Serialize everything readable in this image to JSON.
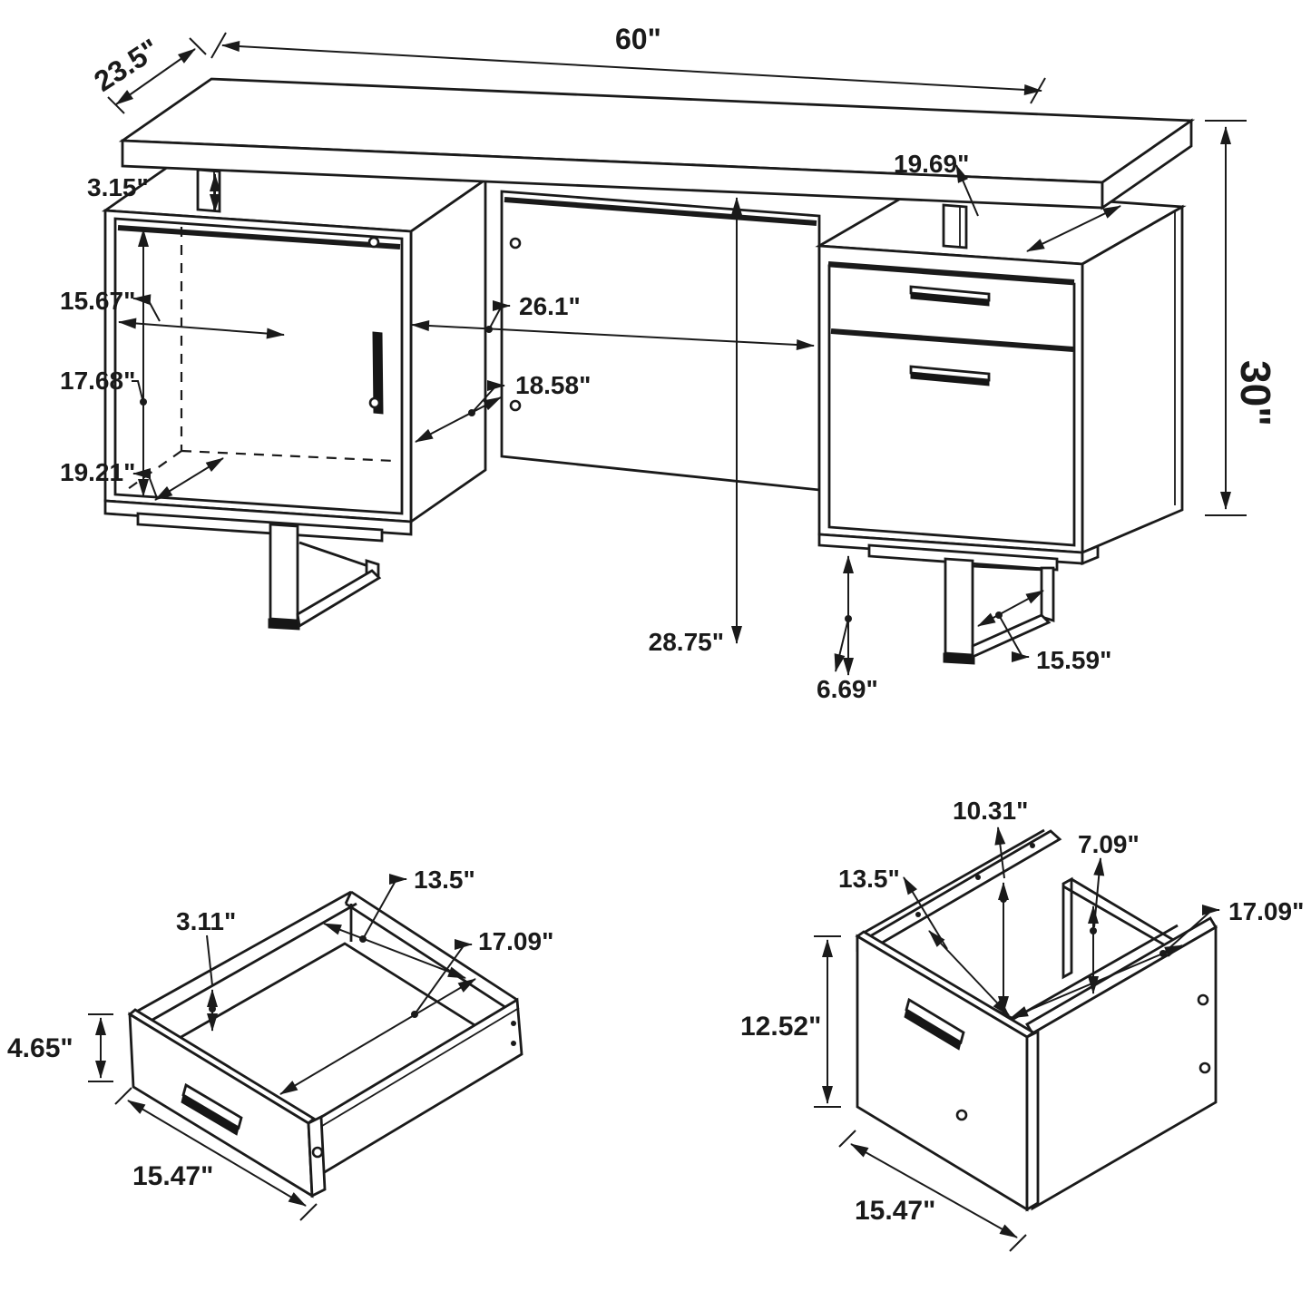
{
  "drawing": {
    "type": "furniture-dimension-diagram",
    "subject": "writing desk with floating top, door cabinet pedestal and 2-drawer file pedestal, plus two drawer detail views",
    "unit": "inches"
  },
  "colors": {
    "line": "#1a1a1a",
    "background": "#ffffff"
  },
  "dimensions": {
    "desk": {
      "top_depth": "23.5\"",
      "top_width": "60\"",
      "top_to_cabinet_gap": "3.15\"",
      "pedestal_top_depth": "19.69\"",
      "cabinet_interior_width": "15.67\"",
      "cabinet_interior_height": "17.68\"",
      "cabinet_interior_depth": "19.21\"",
      "knee_space_width": "26.1\"",
      "side_panel_diagonal": "18.58\"",
      "overall_height": "30\"",
      "clearance_height": "28.75\"",
      "leg_height": "6.69\"",
      "foot_length": "15.59\""
    },
    "small_drawer": {
      "back_clearance": "3.11\"",
      "interior_width": "13.5\"",
      "interior_depth": "17.09\"",
      "front_height": "4.65\"",
      "front_width": "15.47\""
    },
    "file_drawer": {
      "side_panel_height": "10.31\"",
      "back_panel_height": "7.09\"",
      "interior_width": "13.5\"",
      "interior_depth": "17.09\"",
      "front_height": "12.52\"",
      "front_width": "15.47\""
    }
  }
}
